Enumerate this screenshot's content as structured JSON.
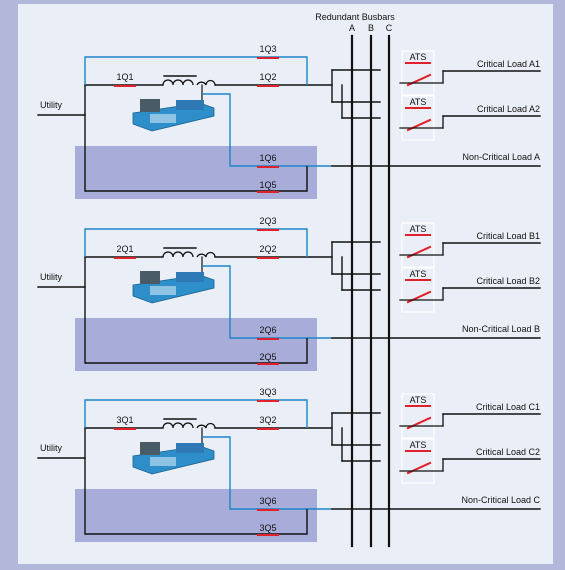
{
  "busbars": {
    "title": "Redundant Busbars",
    "labels": [
      "A",
      "B",
      "C"
    ]
  },
  "colors": {
    "frame": "#b3b8db",
    "panel": "#eaeef6",
    "shade": "#a8acd8",
    "wire": "#111111",
    "blue_wire": "#1a86c8",
    "breaker": "#e0202a"
  },
  "ats_label": "ATS",
  "sections": [
    {
      "utility": "Utility",
      "main_breaker": "1Q1",
      "q2": "1Q2",
      "q3": "1Q3",
      "q5": "1Q5",
      "q6": "1Q6",
      "loads": [
        "Critical Load A1",
        "Critical Load A2",
        "Non-Critical Load A"
      ],
      "generator_icon": "generator-set-icon"
    },
    {
      "utility": "Utility",
      "main_breaker": "2Q1",
      "q2": "2Q2",
      "q3": "2Q3",
      "q5": "2Q5",
      "q6": "2Q6",
      "loads": [
        "Critical Load B1",
        "Critical Load B2",
        "Non-Critical Load B"
      ],
      "generator_icon": "generator-set-icon"
    },
    {
      "utility": "Utility",
      "main_breaker": "3Q1",
      "q2": "3Q2",
      "q3": "3Q3",
      "q5": "3Q5",
      "q6": "3Q6",
      "loads": [
        "Critical Load C1",
        "Critical Load C2",
        "Non-Critical Load C"
      ],
      "generator_icon": "generator-set-icon"
    }
  ]
}
